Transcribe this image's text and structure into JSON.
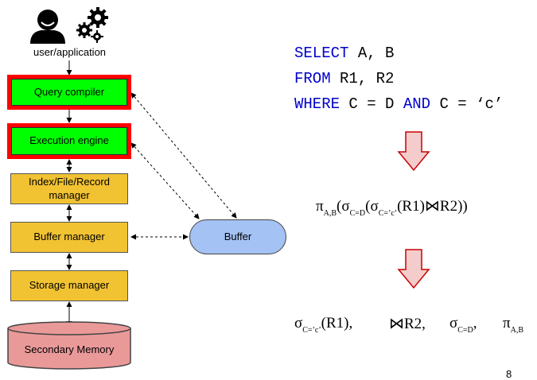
{
  "user_label": "user/application",
  "stack": {
    "query_compiler": "Query compiler",
    "execution_engine": "Execution engine",
    "index_manager_line1": "Index/File/Record",
    "index_manager_line2": "manager",
    "buffer_manager": "Buffer manager",
    "storage_manager": "Storage manager",
    "secondary_memory": "Secondary Memory"
  },
  "buffer": "Buffer",
  "sql": {
    "select_kw": "SELECT",
    "select_rest": " A, B",
    "from_kw": "FROM",
    "from_rest": " R1, R2",
    "where_kw": "WHERE",
    "where_mid": " C = D ",
    "and_kw": "AND",
    "where_end": " C = ‘c’"
  },
  "algebra": {
    "pi": "π",
    "pi_sub": "A,B",
    "open1": "(",
    "sigma1": "σ",
    "sigma1_sub": "C=D",
    "open2": "(",
    "sigma2": "σ",
    "sigma2_sub": "C=’c’",
    "rest": "(R1)⋈R2))"
  },
  "plan": {
    "sigma": "σ",
    "sigma_sub": "C=’c’",
    "r1": "(R1),",
    "join": "⋈R2,",
    "sigma2": "σ",
    "sigma2_sub": "C=D",
    "comma": ",",
    "pi": "π",
    "pi_sub": "A,B"
  },
  "page_number": "8",
  "colors": {
    "keyword": "#0000cc",
    "highlight_frame": "#ff0000",
    "compiler_fill": "#00ff00",
    "manager_fill": "#f1c232",
    "buffer_fill": "#a4c2f4",
    "disk_fill": "#ea9999",
    "arrow_fill": "#f4cccc",
    "arrow_stroke": "#cc0000"
  }
}
